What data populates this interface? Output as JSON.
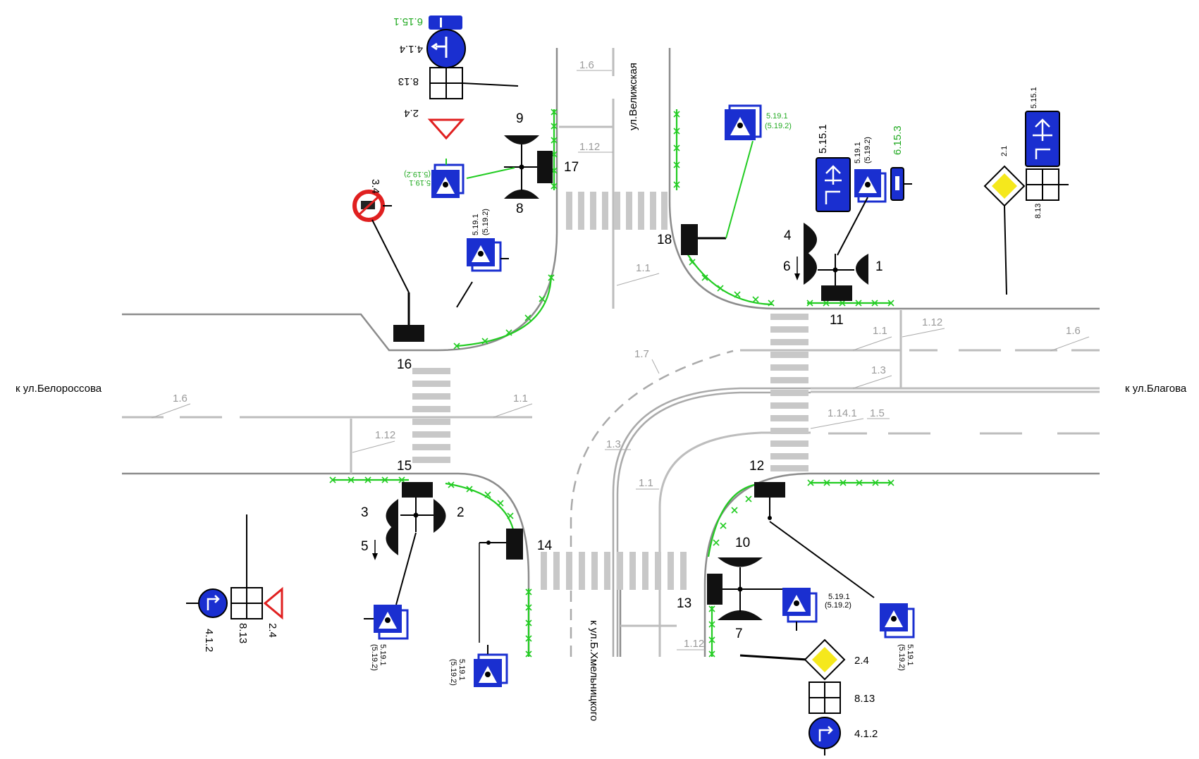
{
  "streets": {
    "west": "к ул.Белороссова",
    "east": "к ул.Благова",
    "north": "ул.Велижская",
    "south": "к ул.Б.Хмельницкого"
  },
  "road_markings": {
    "m1": "1.6",
    "m2": "1.12",
    "m3": "1.1",
    "m4": "1.7",
    "m5": "1.3",
    "m6": "1.1",
    "m7": "1.12",
    "m8": "1.6",
    "m9": "1.1",
    "m10": "1.12",
    "m11": "1.6",
    "m12": "1.1",
    "m13": "1.3",
    "m14": "1.14.1",
    "m15": "1.5",
    "m16": "1.12"
  },
  "traffic_lights": [
    "1",
    "2",
    "3",
    "4",
    "5",
    "6",
    "7",
    "8",
    "9",
    "10"
  ],
  "ped_lights": [
    "11",
    "12",
    "13",
    "14",
    "15",
    "16",
    "17",
    "18"
  ],
  "signs": {
    "north_group": {
      "s1": "6.15.1",
      "s2": "4.1.4",
      "s3": "8.13",
      "s4": "2.4"
    },
    "sign_3_4": "3.4",
    "ped_label_a": "5.19.1",
    "ped_label_b": "(5.19.2)",
    "ne_group": {
      "s1": "5.15.1",
      "s2": "6.15.3"
    },
    "far_ne": {
      "s1": "2.1",
      "s2": "5.15.1",
      "s3": "8.13"
    },
    "sw_group": {
      "s1": "4.1.2",
      "s2": "8.13",
      "s3": "2.4"
    },
    "se_group": {
      "s1": "2.4",
      "s2": "8.13",
      "s3": "4.1.2"
    }
  },
  "colors": {
    "road": "#909090",
    "marking": "#bdbdbd",
    "fence": "#22cc22",
    "sign_blue": "#1a2fd0",
    "sign_red": "#e02020",
    "priority_yellow": "#f5e81c"
  }
}
